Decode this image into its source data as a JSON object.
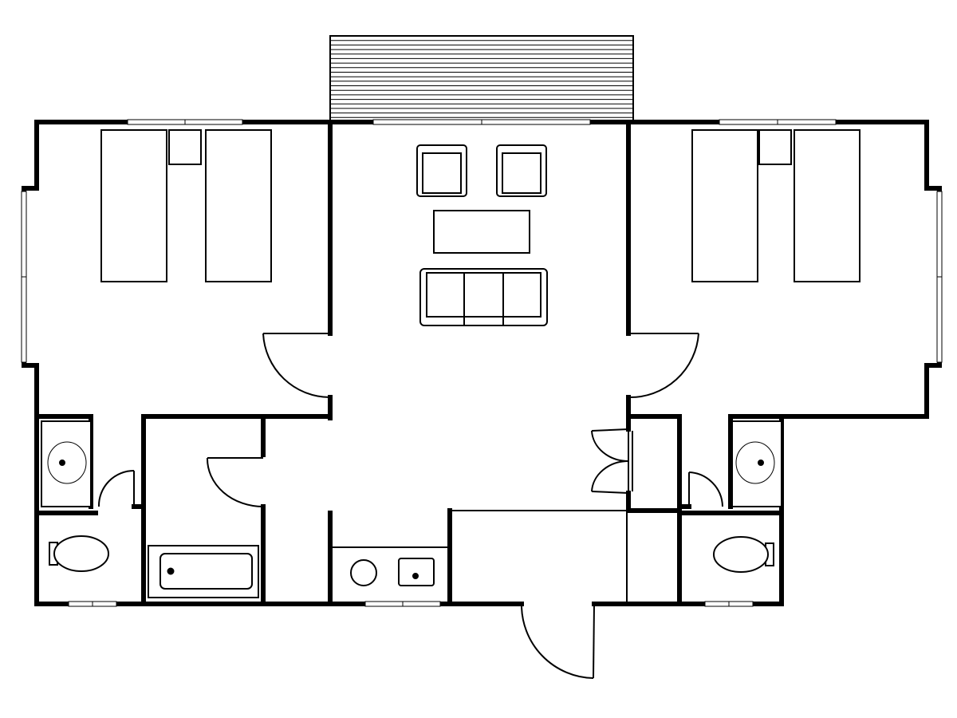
{
  "diagram": {
    "type": "floor-plan",
    "labels": [],
    "colors": {
      "background": "#ffffff",
      "line": "#000000",
      "fixture_fill": "#ffffff"
    },
    "rooms": [
      {
        "name": "bedroom-left",
        "beds": 2,
        "nightstands": 1,
        "windows": 2
      },
      {
        "name": "living-room",
        "armchairs": 2,
        "coffee_tables": 1,
        "sofas": 1,
        "sofa_seats": 3
      },
      {
        "name": "bedroom-right",
        "beds": 2,
        "nightstands": 1,
        "windows": 2
      },
      {
        "name": "bathroom-left",
        "sinks": 1,
        "toilets": 1
      },
      {
        "name": "bathroom-center",
        "bathtubs": 1
      },
      {
        "name": "kitchenette",
        "counter_basins": 2
      },
      {
        "name": "bathroom-right",
        "sinks": 1,
        "toilets": 1
      },
      {
        "name": "closet-right"
      }
    ],
    "deck": {
      "present": true,
      "slat_count": 18
    },
    "doors": 7
  }
}
